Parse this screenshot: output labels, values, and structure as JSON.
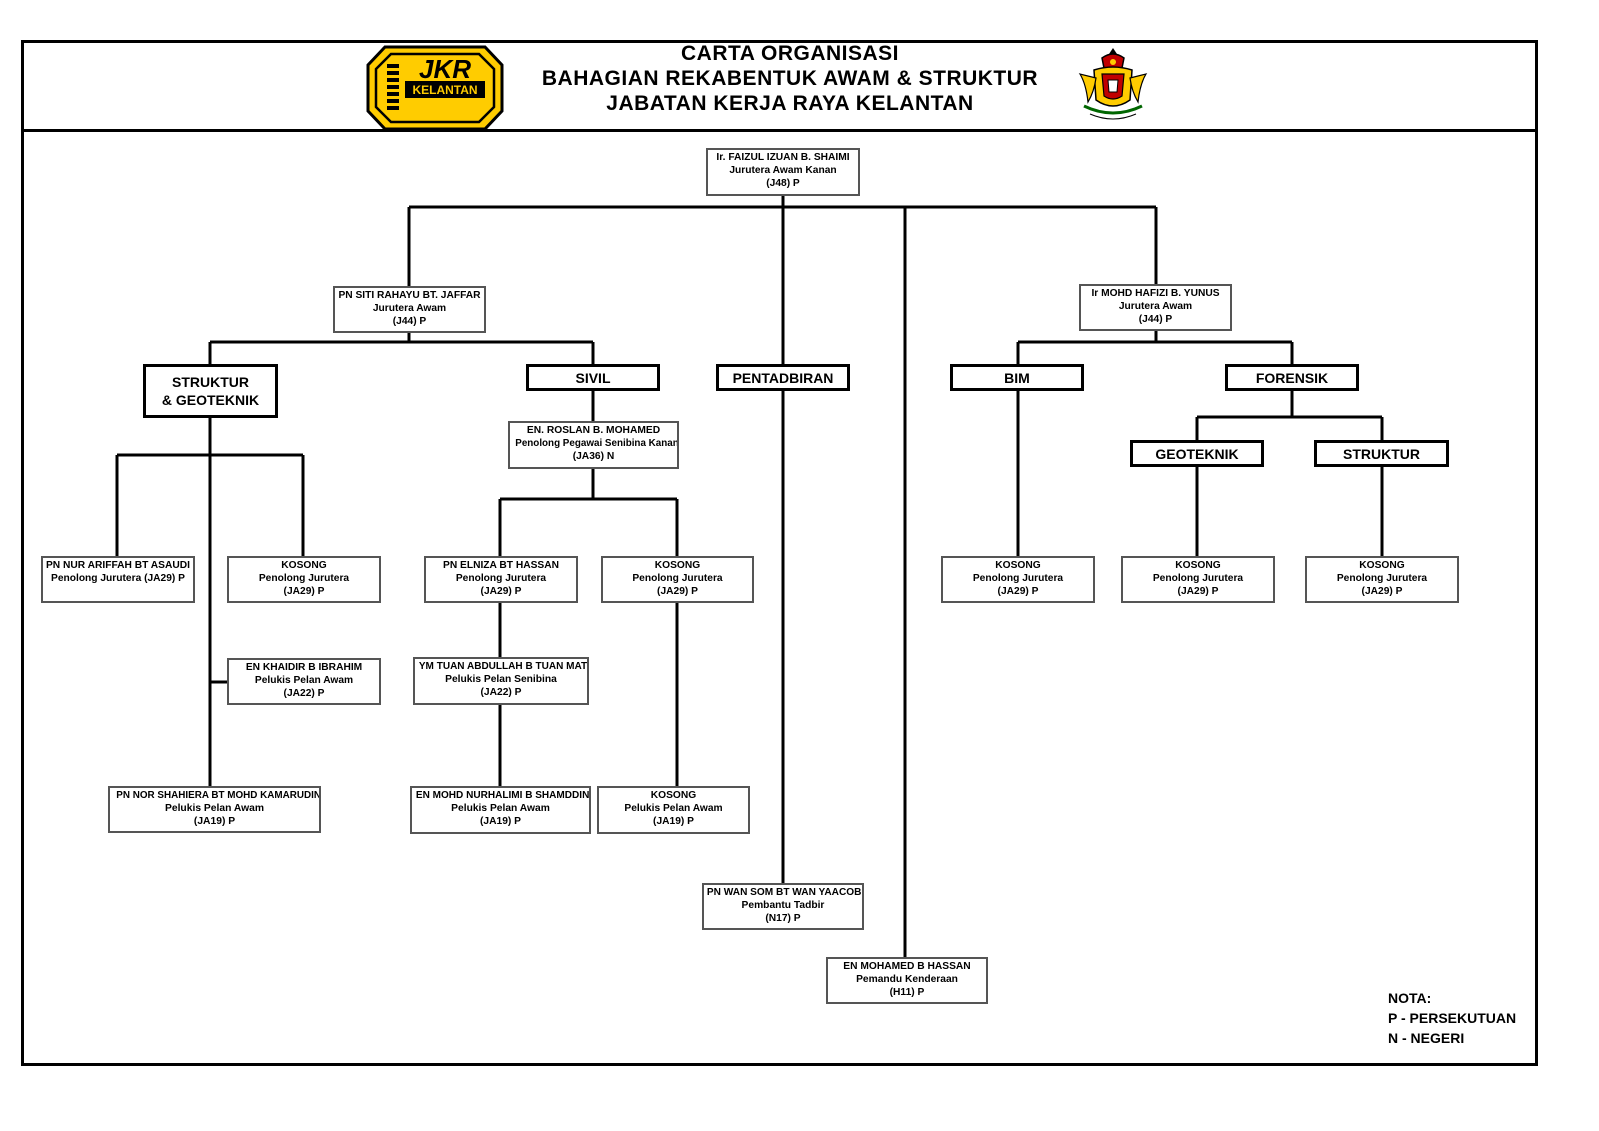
{
  "header": {
    "title_line1": "CARTA ORGANISASI",
    "title_line2": "BAHAGIAN REKABENTUK AWAM & STRUKTUR",
    "title_line3": "JABATAN KERJA RAYA KELANTAN",
    "logo_text": "JKR",
    "logo_subtext": "KELANTAN",
    "logo_colors": {
      "fill": "#FFCC00",
      "border": "#000000"
    }
  },
  "nodes": {
    "head": {
      "name": "Ir. FAIZUL IZUAN B. SHAIMI",
      "role": "Jurutera Awam Kanan",
      "grade": "(J48) P"
    },
    "siti": {
      "name": "PN SITI RAHAYU BT. JAFFAR",
      "role": "Jurutera Awam",
      "grade": "(J44) P"
    },
    "hafizi": {
      "name": "Ir MOHD HAFIZI B. YUNUS",
      "role": "Jurutera Awam",
      "grade": "(J44) P"
    },
    "roslan": {
      "name": "EN. ROSLAN B. MOHAMED",
      "role": "Penolong Pegawai Senibina Kanan",
      "grade": "(JA36) N"
    },
    "ariffah": {
      "name": "PN NUR ARIFFAH BT ASAUDI",
      "role": "Penolong Jurutera (JA29) P"
    },
    "kosong_struktur": {
      "name": "KOSONG",
      "role": "Penolong Jurutera",
      "grade": "(JA29) P"
    },
    "khaidir": {
      "name": "EN KHAIDIR B IBRAHIM",
      "role": "Pelukis Pelan Awam",
      "grade": "(JA22) P"
    },
    "shahiera": {
      "name": "PN NOR SHAHIERA BT MOHD KAMARUDIN",
      "role": "Pelukis Pelan Awam",
      "grade": "(JA19) P"
    },
    "elniza": {
      "name": "PN ELNIZA BT HASSAN",
      "role": "Penolong Jurutera",
      "grade": "(JA29) P"
    },
    "kosong_sivil": {
      "name": "KOSONG",
      "role": "Penolong Jurutera",
      "grade": "(JA29) P"
    },
    "tuan": {
      "name": "YM TUAN ABDULLAH B TUAN MAT",
      "role": "Pelukis Pelan Senibina",
      "grade": "(JA22) P"
    },
    "nurhalimi": {
      "name": "EN MOHD NURHALIMI B SHAMDDIN",
      "role": "Pelukis Pelan Awam",
      "grade": "(JA19) P"
    },
    "kosong_pelukis": {
      "name": "KOSONG",
      "role": "Pelukis Pelan Awam",
      "grade": "(JA19) P"
    },
    "wansom": {
      "name": "PN WAN SOM BT WAN YAACOB",
      "role": "Pembantu Tadbir",
      "grade": "(N17) P"
    },
    "mohamed": {
      "name": "EN MOHAMED B HASSAN",
      "role": "Pemandu Kenderaan",
      "grade": "(H11) P"
    },
    "kosong_bim": {
      "name": "KOSONG",
      "role": "Penolong Jurutera",
      "grade": "(JA29) P"
    },
    "kosong_geo": {
      "name": "KOSONG",
      "role": "Penolong Jurutera",
      "grade": "(JA29) P"
    },
    "kosong_str": {
      "name": "KOSONG",
      "role": "Penolong Jurutera",
      "grade": "(JA29) P"
    }
  },
  "units": {
    "struktur_geoteknik_line1": "STRUKTUR",
    "struktur_geoteknik_line2": "& GEOTEKNIK",
    "sivil": "SIVIL",
    "pentadbiran": "PENTADBIRAN",
    "bim": "BIM",
    "forensik": "FORENSIK",
    "geoteknik": "GEOTEKNIK",
    "struktur": "STRUKTUR"
  },
  "nota": {
    "title": "NOTA:",
    "p": "P - PERSEKUTUAN",
    "n": "N - NEGERI"
  }
}
